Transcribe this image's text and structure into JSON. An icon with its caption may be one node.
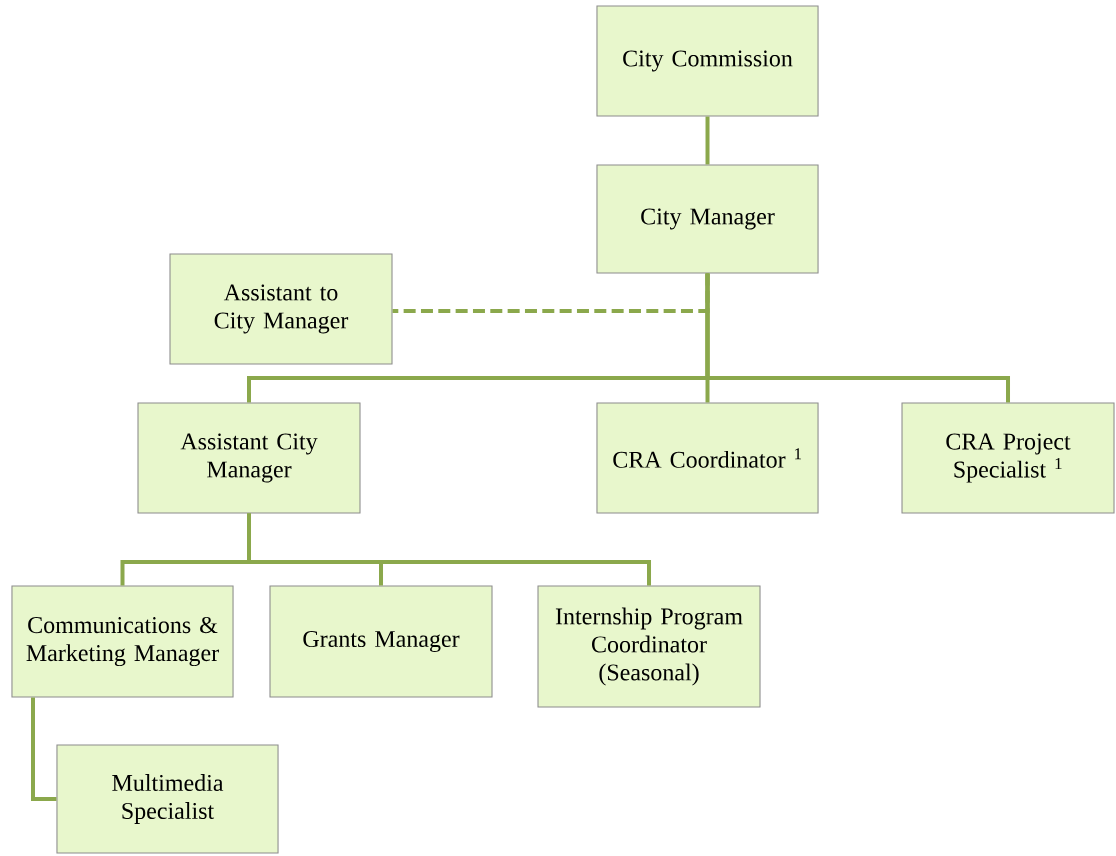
{
  "diagram": {
    "nodes": [
      {
        "text": [
          "City Commission"
        ]
      },
      {
        "text": [
          "City Manager"
        ]
      },
      {
        "text": [
          "Assistant to City Manager"
        ]
      },
      {
        "text": [
          "Assistant City Manager"
        ]
      },
      {
        "text": [
          "CRA Coordinator $^{1}$"
        ]
      },
      {
        "text": [
          "CRA Project Specialist $^{1}$"
        ]
      },
      {
        "text": [
          "Communications & Marketing Manager"
        ]
      },
      {
        "text": [
          "Grants Manager"
        ]
      },
      {
        "text": [
          "Internship Program Coordinator (Seasonal)"
        ]
      },
      {
        "text": [
          "Multimedia Specialist"
        ]
      }
    ],
    "edges": [
      {
        "from": 0,
        "to": 1,
        "arrow": "none"
      },
      {
        "from": 1,
        "to": 2,
        "arrow": "none",
        "style": "dashed"
      },
      {
        "from": 1,
        "to": 3,
        "arrow": "none"
      },
      {
        "from": 1,
        "to": 4,
        "arrow": "none"
      },
      {
        "from": 1,
        "to": 5,
        "arrow": "none"
      },
      {
        "from": 3,
        "to": 6,
        "arrow": "none"
      },
      {
        "from": 3,
        "to": 7,
        "arrow": "none"
      },
      {
        "from": 3,
        "to": 8,
        "arrow": "none"
      },
      {
        "from": 6,
        "to": 9,
        "arrow": "none"
      }
    ]
  }
}
